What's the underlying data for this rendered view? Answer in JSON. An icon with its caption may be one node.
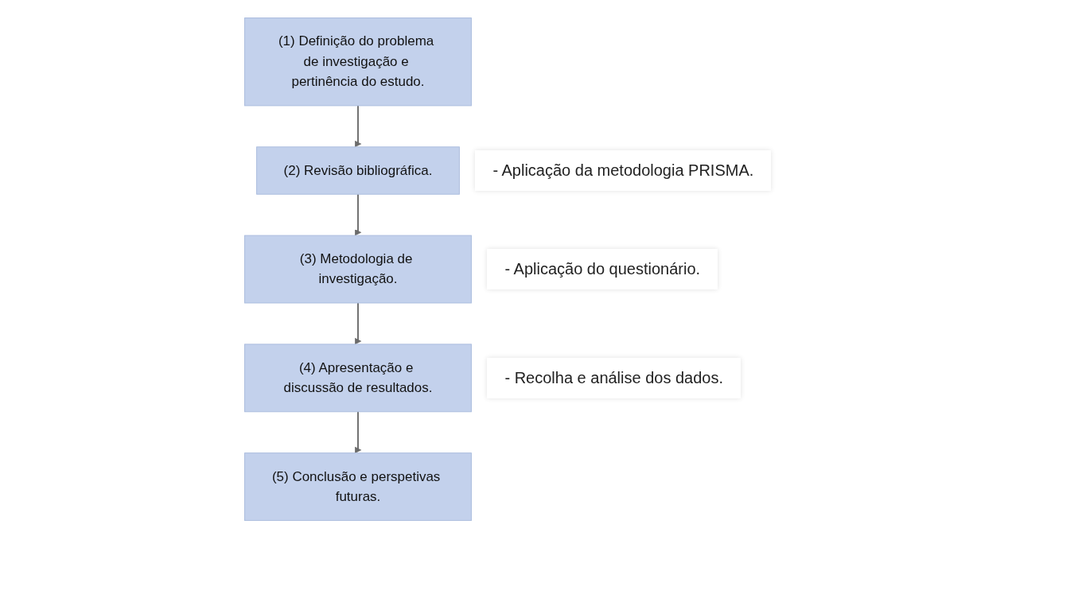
{
  "diagram": {
    "nodes": [
      {
        "text": [
          "(1) Definição do problema de investigação e pertinência do estudo."
        ]
      },
      {
        "text": [
          "(2) Revisão bibliográfica."
        ],
        "beside": [
          "- Aplicação da metodologia PRISMA."
        ]
      },
      {
        "text": [
          "(3) Metodologia de investigação."
        ],
        "beside": [
          "- Aplicação do questionário."
        ]
      },
      {
        "text": [
          "(4) Apresentação e discussão de resultados."
        ],
        "beside": [
          "- Recolha e análise dos dados."
        ]
      },
      {
        "text": [
          "(5) Conclusão e perspetivas futuras."
        ]
      }
    ],
    "edges": [
      {
        "from": 0,
        "to": 1,
        "arrow": "to"
      },
      {
        "from": 1,
        "to": 2,
        "arrow": "to"
      },
      {
        "from": 2,
        "to": 3,
        "arrow": "to"
      },
      {
        "from": 3,
        "to": 4,
        "arrow": "to"
      }
    ]
  }
}
